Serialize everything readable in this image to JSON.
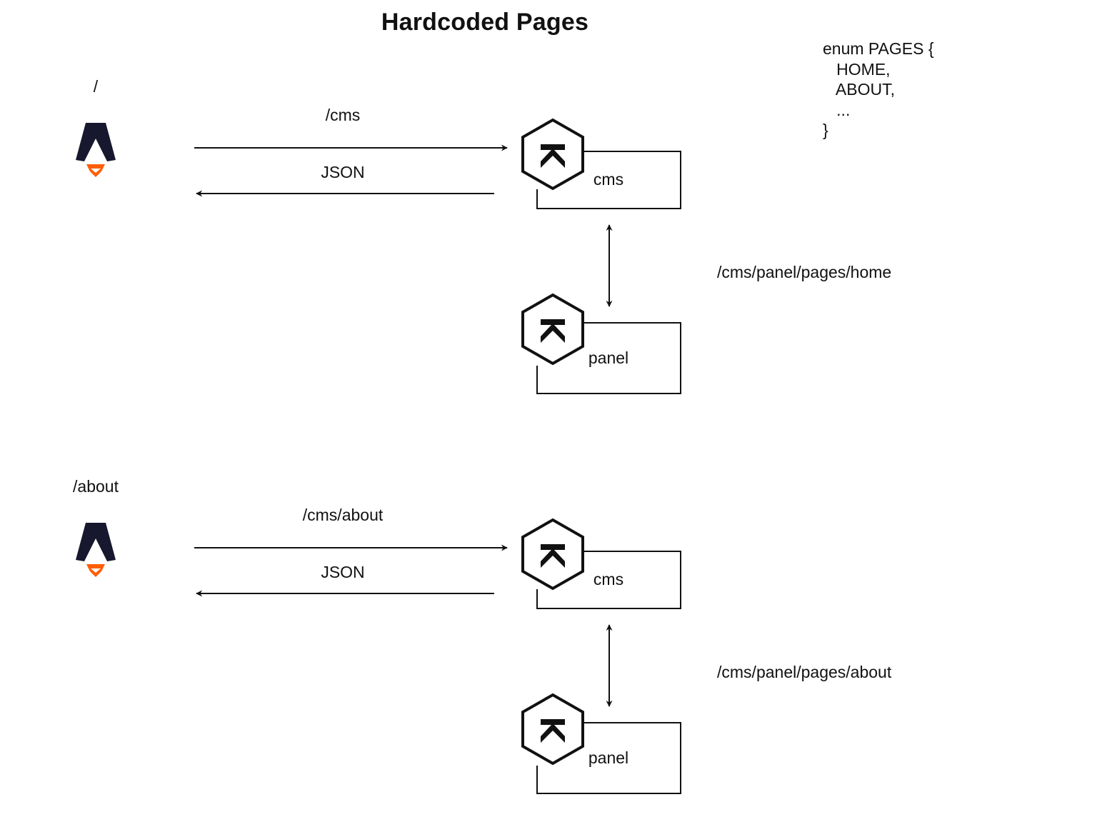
{
  "title": "Hardcoded Pages",
  "enum_code": {
    "lines": [
      "enum PAGES {",
      "   HOME,",
      "   ABOUT,",
      "   ...",
      "}"
    ]
  },
  "flows": [
    {
      "route": "/",
      "request": "/cms",
      "response": "JSON",
      "cms_label": "cms",
      "panel_label": "panel",
      "panel_path": "/cms/panel/pages/home"
    },
    {
      "route": "/about",
      "request": "/cms/about",
      "response": "JSON",
      "cms_label": "cms",
      "panel_label": "panel",
      "panel_path": "/cms/panel/pages/about"
    }
  ],
  "colors": {
    "astro_dark": "#17172e",
    "astro_flame": "#ff5d01",
    "line": "#111111"
  }
}
